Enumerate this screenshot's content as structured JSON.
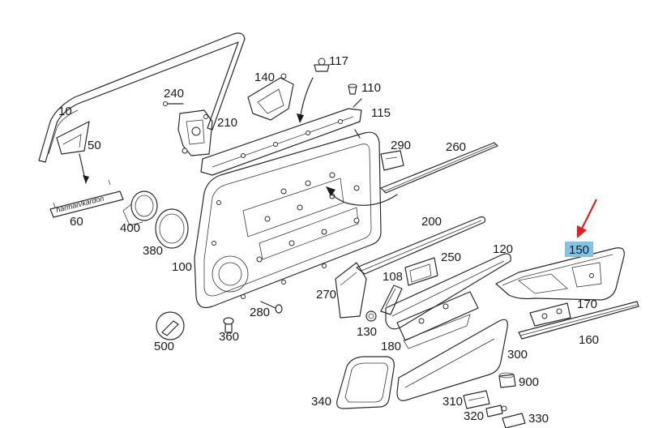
{
  "diagram": {
    "highlight_color": "#7fc3e6",
    "arrow_color": "#e02020",
    "highlighted_part": "150",
    "labels": {
      "p10": "10",
      "p50": "50",
      "p60": "60",
      "p100": "100",
      "p108": "108",
      "p110": "110",
      "p115": "115",
      "p117": "117",
      "p120": "120",
      "p130": "130",
      "p140": "140",
      "p150": "150",
      "p160": "160",
      "p170": "170",
      "p180": "180",
      "p200": "200",
      "p210": "210",
      "p240": "240",
      "p250": "250",
      "p260": "260",
      "p270": "270",
      "p280": "280",
      "p290": "290",
      "p300": "300",
      "p310": "310",
      "p320": "320",
      "p330": "330",
      "p340": "340",
      "p360": "360",
      "p380": "380",
      "p400": "400",
      "p500": "500",
      "p900": "900"
    }
  }
}
